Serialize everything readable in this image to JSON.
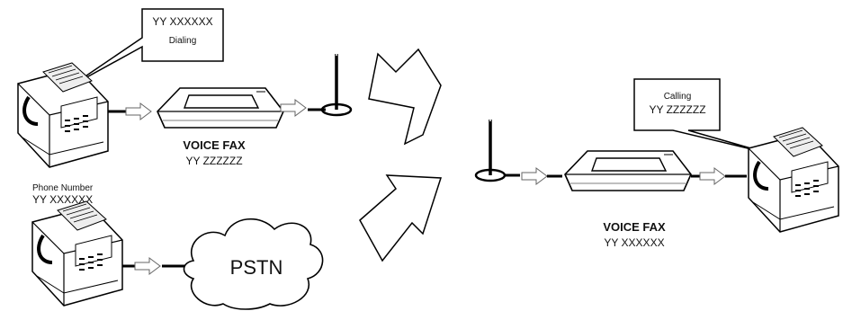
{
  "left_top": {
    "callout_number": "YY XXXXXX",
    "callout_status": "Dialing",
    "modem_label": "VOICE FAX",
    "modem_number": "YY ZZZZZZ"
  },
  "left_bottom": {
    "phone_caption": "Phone Number",
    "phone_number": "YY XXXXXX",
    "network_label": "PSTN"
  },
  "right": {
    "callout_status": "Calling",
    "callout_number": "YY ZZZZZZ",
    "modem_label": "VOICE FAX",
    "modem_number": "YY XXXXXX"
  },
  "icons": [
    "fax-machine-icon",
    "voice-fax-modem-icon",
    "antenna-icon",
    "cloud-icon",
    "arrow-icon"
  ],
  "colors": {
    "line": "#000000",
    "background": "#ffffff"
  }
}
